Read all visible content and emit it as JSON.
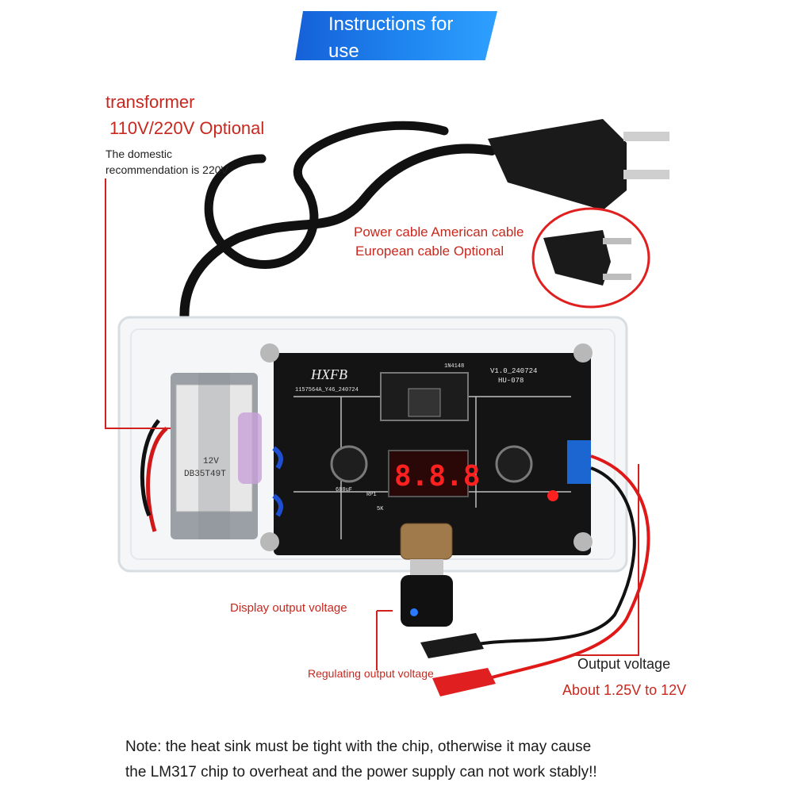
{
  "banner": {
    "line1": "Instructions for",
    "line2": "use"
  },
  "labels": {
    "transformer": "transformer",
    "voltage_option": "110V/220V Optional",
    "domestic_line1": "The domestic",
    "domestic_line2": "recommendation is 220V",
    "power_line1": "Power cable American cable",
    "power_line2": "European cable Optional",
    "display_output": "Display output voltage",
    "regulating_output": "Regulating output voltage",
    "output_voltage": "Output voltage",
    "output_range": "About 1.25V to 12V"
  },
  "board": {
    "brand": "HXFB",
    "version": "V1.0_240724",
    "model": "HU-078",
    "pcb_code": "1157564A_Y46_240724",
    "display_digits": "8.8.8",
    "transformer_model": "DB35T49T",
    "transformer_voltage": "12V",
    "capacitor_label": "680uF",
    "diode_label": "1N4148",
    "resistor_label": "5K",
    "rp_label": "RP1"
  },
  "note": {
    "line1": "Note: the heat sink must be tight with the chip, otherwise it may cause",
    "line2": "the LM317 chip to overheat and the power supply can not work stably!!"
  },
  "colors": {
    "accent_red": "#c8281e",
    "banner_blue": "#1f86f0",
    "pcb_black": "#141414",
    "display_red": "#ff2020"
  }
}
